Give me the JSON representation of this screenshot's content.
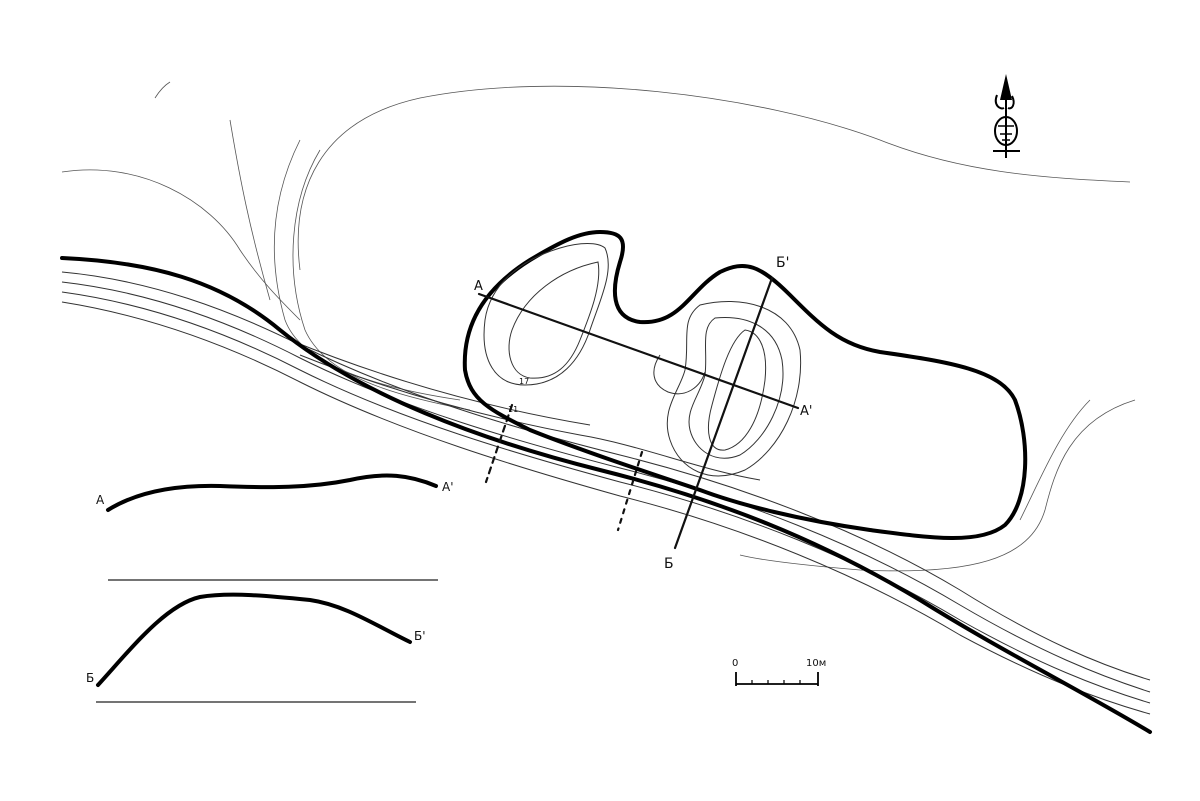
{
  "map": {
    "section_a": {
      "start": "A",
      "end": "A'"
    },
    "section_b": {
      "start": "Б",
      "end": "Б'"
    },
    "profile_a": {
      "start": "A",
      "end": "A'"
    },
    "profile_b": {
      "start": "Б",
      "end": "Б'"
    },
    "scale": {
      "start": "0",
      "end": "10м"
    },
    "contour_marks": [
      "17",
      "11"
    ],
    "colors": {
      "ink": "#000000",
      "paper": "#ffffff"
    }
  }
}
